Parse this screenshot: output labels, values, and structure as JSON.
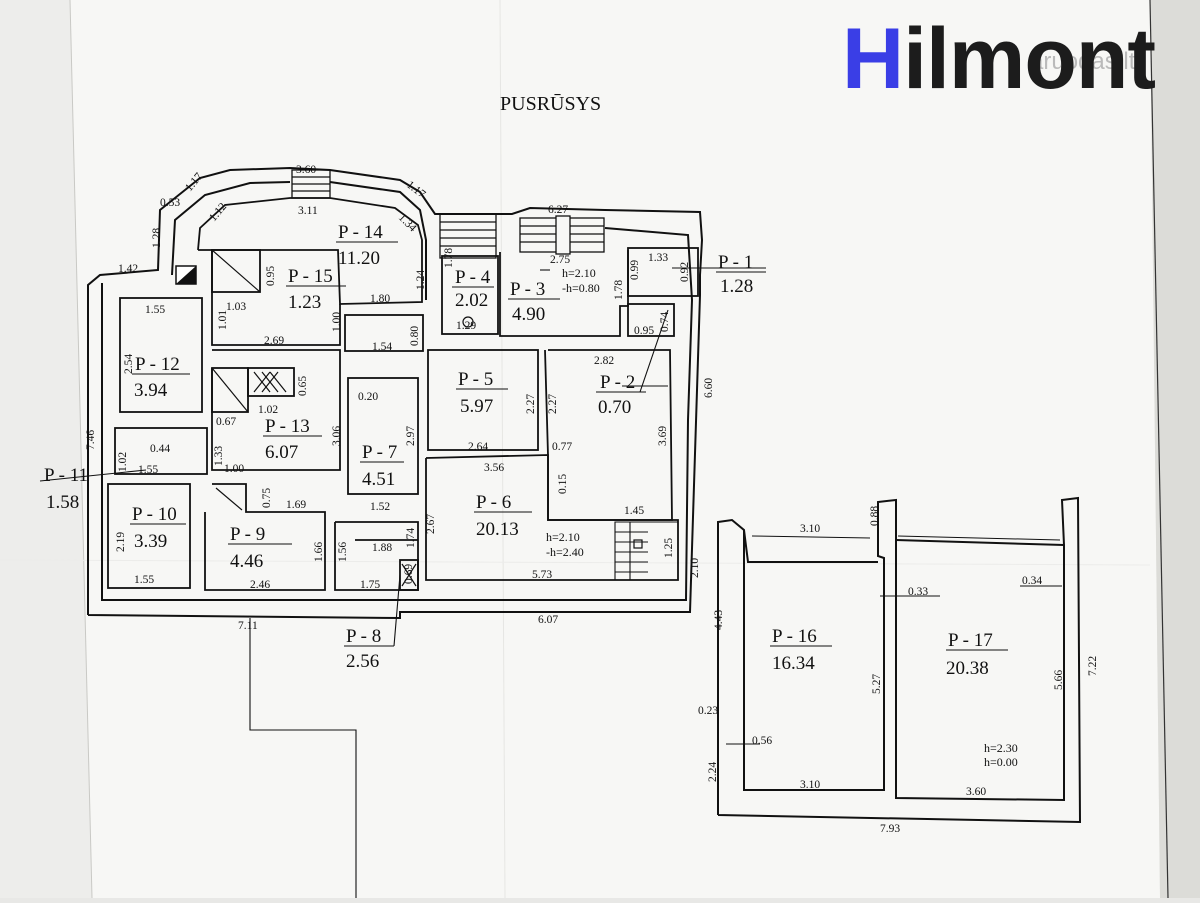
{
  "header": {
    "title": "PUSRŪSYS",
    "brand_initial": "H",
    "brand_rest": "ilmont",
    "watermark": "aruodas.lt"
  },
  "rooms": [
    {
      "id": "P - 1",
      "area": "1.28"
    },
    {
      "id": "P - 2",
      "area": "0.70"
    },
    {
      "id": "P - 3",
      "area": "4.90"
    },
    {
      "id": "P - 4",
      "area": "2.02"
    },
    {
      "id": "P - 5",
      "area": "5.97"
    },
    {
      "id": "P - 6",
      "area": "20.13"
    },
    {
      "id": "P - 7",
      "area": "4.51"
    },
    {
      "id": "P - 8",
      "area": "2.56"
    },
    {
      "id": "P - 9",
      "area": "4.46"
    },
    {
      "id": "P - 10",
      "area": "3.39"
    },
    {
      "id": "P - 11",
      "area": "1.58"
    },
    {
      "id": "P - 12",
      "area": "3.94"
    },
    {
      "id": "P - 13",
      "area": "6.07"
    },
    {
      "id": "P - 14",
      "area": "11.20"
    },
    {
      "id": "P - 15",
      "area": "1.23"
    },
    {
      "id": "P - 16",
      "area": "16.34"
    },
    {
      "id": "P - 17",
      "area": "20.38"
    }
  ],
  "heights": {
    "p3_h": "h=2.10",
    "p3_hminus": "-h=0.80",
    "p6_h": "h=2.10",
    "p6_hminus": "-h=2.40",
    "p17_h": "h=2.30",
    "p17_h0": "h=0.00"
  },
  "dims": {
    "top_360": "3.60",
    "top_311": "3.11",
    "d117a": "1.17",
    "d117b": "1.17",
    "d053": "0.53",
    "d112": "1.12",
    "d134": "1.34",
    "d128": "1.28",
    "d142": "1.42",
    "d627": "6.27",
    "d275": "2.75",
    "d133": "1.33",
    "d099": "0.99",
    "d092": "0.92",
    "d178a": "1.78",
    "d178b": "1.78",
    "d124": "1.24",
    "d129": "1.29",
    "d095a": "0.95",
    "d103": "1.03",
    "d101": "1.01",
    "d180": "1.80",
    "d100a": "1.00",
    "d154": "1.54",
    "d080": "0.80",
    "d269": "2.69",
    "d095b": "0.95",
    "d074": "0.74",
    "d282": "2.82",
    "d155a": "1.55",
    "d254": "2.54",
    "d065": "0.65",
    "d102a": "1.02",
    "d067": "0.67",
    "d020": "0.20",
    "d227a": "2.27",
    "d227b": "2.27",
    "d660": "6.60",
    "d746": "7.46",
    "d102b": "1.02",
    "d044": "0.44",
    "d133b": "1.33",
    "d306": "3.06",
    "d297": "2.97",
    "d264": "2.64",
    "d077": "0.77",
    "d369": "3.69",
    "d155b": "1.55",
    "d100b": "1.00",
    "d356": "3.56",
    "d015": "0.15",
    "d075": "0.75",
    "d169": "1.69",
    "d152": "1.52",
    "d219": "2.19",
    "d267": "2.67",
    "d145": "1.45",
    "d174": "1.74",
    "d188": "1.88",
    "d156": "1.56",
    "d166": "1.66",
    "d125": "1.25",
    "d155c": "1.55",
    "d246": "2.46",
    "d175": "1.75",
    "d069": "0.69",
    "d573": "5.73",
    "d210": "2.10",
    "d711": "7.11",
    "d607": "6.07",
    "d310a": "3.10",
    "d088": "0.88",
    "d033": "0.33",
    "d034": "0.34",
    "d443": "4.43",
    "d527": "5.27",
    "d566": "5.66",
    "d722": "7.22",
    "d023": "0.23",
    "d056": "0.56",
    "d224": "2.24",
    "d310b": "3.10",
    "d360b": "3.60",
    "d793": "7.93"
  }
}
